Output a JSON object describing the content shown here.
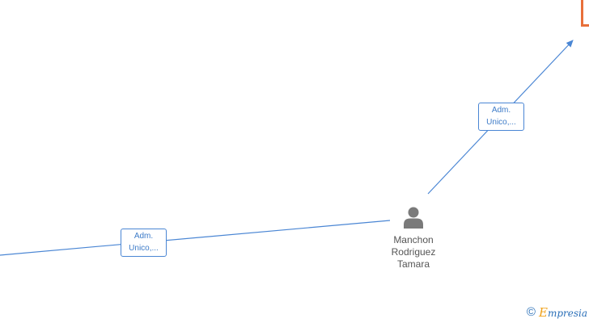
{
  "graph": {
    "person": {
      "name_lines": [
        "Manchon",
        "Rodriguez",
        "Tamara"
      ],
      "icon": "person-icon"
    },
    "edges": [
      {
        "label_lines": [
          "Adm.",
          "Unico,..."
        ]
      },
      {
        "label_lines": [
          "Adm.",
          "Unico,..."
        ]
      }
    ],
    "colors": {
      "edge": "#4a86d4",
      "company_accent": "#e8703a",
      "person_icon": "#7a7a7a"
    }
  },
  "watermark": {
    "symbol": "©",
    "brand_initial": "E",
    "brand_rest": "mpresia"
  }
}
